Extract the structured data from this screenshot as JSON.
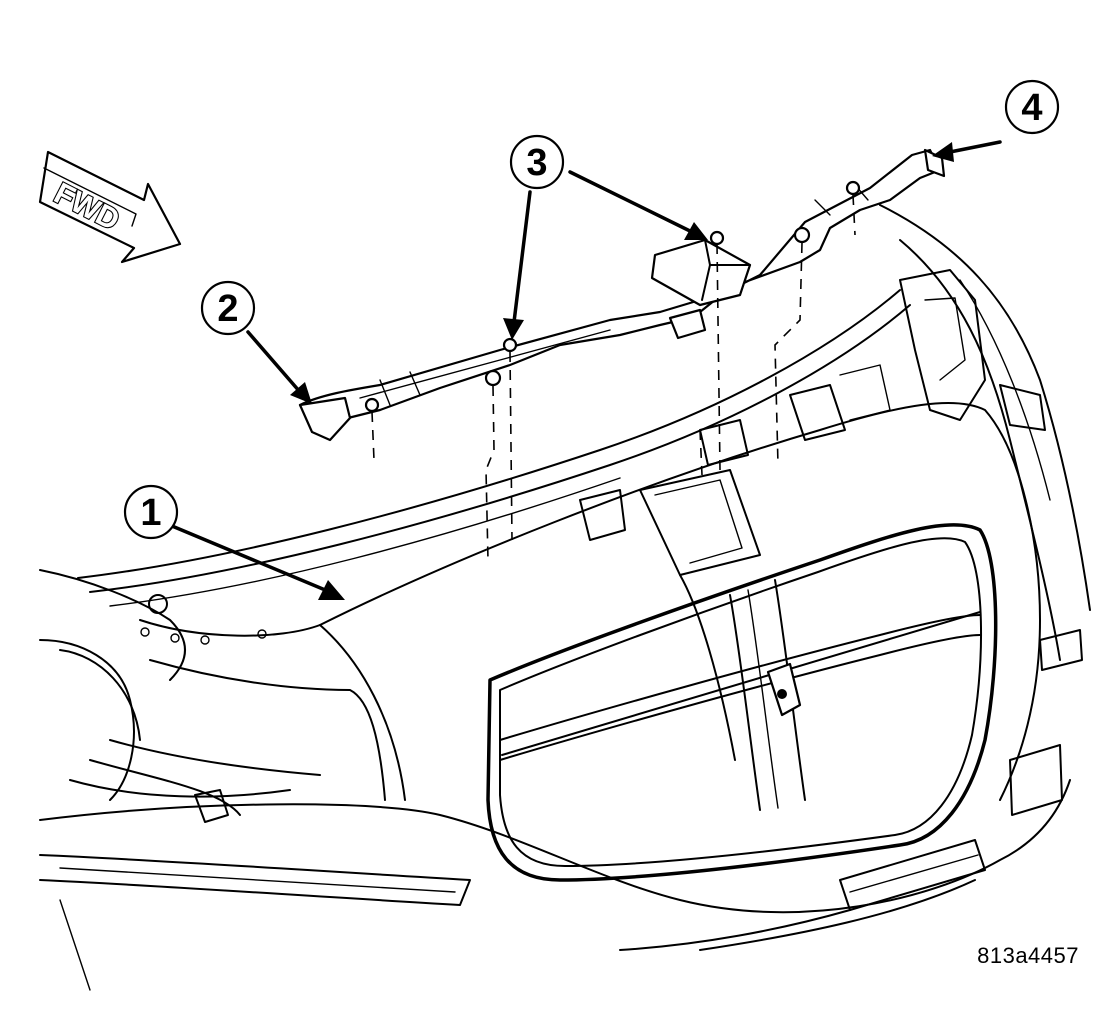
{
  "figure": {
    "id_label": "813a4457"
  },
  "direction_arrow": {
    "label": "FWD"
  },
  "callouts": [
    {
      "number": "1"
    },
    {
      "number": "2"
    },
    {
      "number": "3"
    },
    {
      "number": "4"
    }
  ],
  "colors": {
    "ink": "#000000",
    "paper": "#ffffff"
  }
}
